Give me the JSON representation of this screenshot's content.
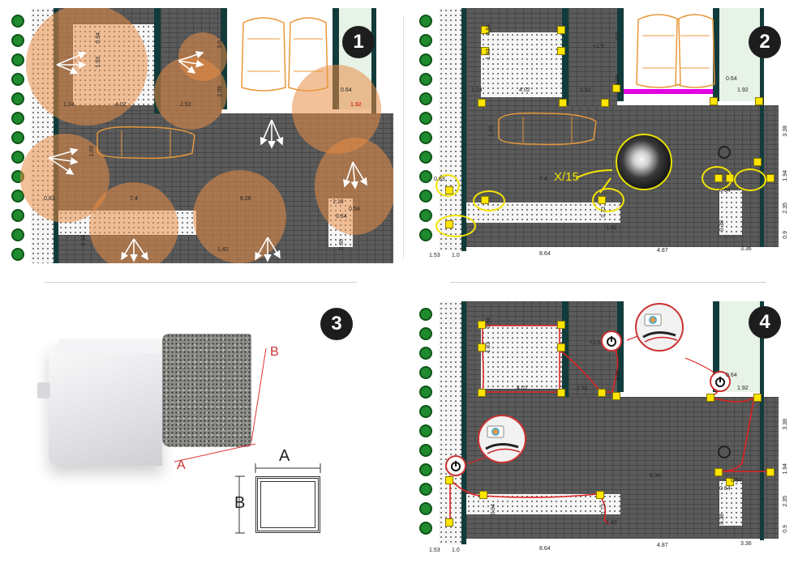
{
  "panels": [
    {
      "number": "1"
    },
    {
      "number": "2",
      "annotation": "X/15"
    },
    {
      "number": "3",
      "label_a": "A",
      "label_b": "B",
      "section_a": "A",
      "section_b": "B"
    },
    {
      "number": "4"
    }
  ],
  "dimensions": {
    "d1_24": "1.24",
    "d4_02": "4.02",
    "d2_52": "2.52",
    "d1_92": "1.92",
    "d0_64": "0.64",
    "d3_0": "3.0",
    "d2_09": "2.09",
    "d7_4": "7.4",
    "d6_26": "6.26",
    "d0_83": "0.83",
    "d0_94": "0.94",
    "d1_42": "1.42",
    "d1_18": "1.18",
    "d0_38": "0.38",
    "d8_64": "8.64",
    "d4_87": "4.87",
    "d3_36": "3.36",
    "d3_38": "3.38",
    "d1_94": "1.94",
    "d2_35": "2.35",
    "d0_9": "0.9",
    "d1_0": "1.0",
    "d1_53": "1.53",
    "d0_73": "0.73",
    "d1_93": "1.93",
    "d1_03": "1.03",
    "d0_81": "0.81",
    "d1_5": "+1.5",
    "d6_34": "6.34",
    "d0_54": "0.54"
  },
  "colors": {
    "paving": "#5b5b5b",
    "glow": "#e88c46",
    "marker": "#ffe500",
    "wire": "#d22",
    "hedge": "#1f8a2e",
    "wall": "#123b3b",
    "magenta": "#e000e0"
  }
}
